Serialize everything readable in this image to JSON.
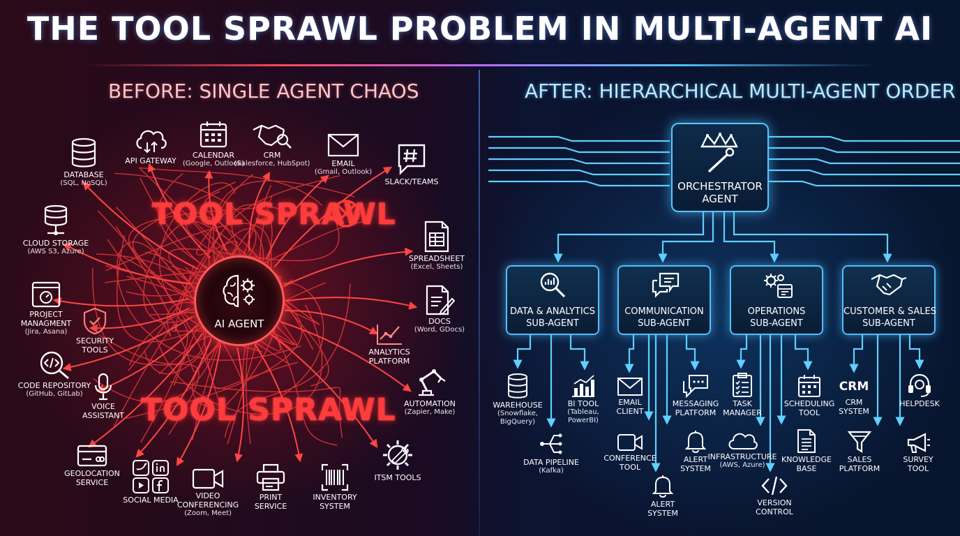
{
  "title": "THE TOOL SPRAWL PROBLEM IN MULTI-AGENT AI",
  "left": {
    "heading": "BEFORE: SINGLE AGENT CHAOS",
    "sprawl_label_top": "TOOL SPRAWL",
    "sprawl_label_bottom": "TOOL SPRAWL",
    "agent_label": "AI AGENT",
    "tools": {
      "database": {
        "name": "DATABASE",
        "detail": "(SQL, NoSQL)",
        "icon": "database-icon"
      },
      "api_gateway": {
        "name": "API GATEWAY",
        "detail": "",
        "icon": "cloud-sync-icon"
      },
      "calendar": {
        "name": "CALENDAR",
        "detail": "(Google, Outlook)",
        "icon": "calendar-icon"
      },
      "crm": {
        "name": "CRM",
        "detail": "(Salesforce, HubSpot)",
        "icon": "handshake-icon"
      },
      "email": {
        "name": "EMAIL",
        "detail": "(Gmail, Outlook)",
        "icon": "envelope-icon"
      },
      "slack": {
        "name": "SLACK/TEAMS",
        "detail": "",
        "icon": "chat-hash-icon"
      },
      "cloud_storage": {
        "name": "CLOUD STORAGE",
        "detail": "(AWS S3, Azure)",
        "icon": "server-icon"
      },
      "spreadsheet": {
        "name": "SPREADSHEET",
        "detail": "(Excel, Sheets)",
        "icon": "spreadsheet-icon"
      },
      "project": {
        "name": "PROJECT",
        "name2": "MANAGMENT",
        "detail": "(Jira, Asana)",
        "icon": "project-gauge-icon"
      },
      "security": {
        "name": "SECURITY",
        "name2": "TOOLS",
        "detail": "",
        "icon": "shield-check-icon"
      },
      "docs": {
        "name": "DOCS",
        "detail": "(Word, GDocs)",
        "icon": "document-edit-icon"
      },
      "analytics": {
        "name": "ANALYTICS",
        "name2": "PLATFORM",
        "detail": "",
        "icon": "analytics-chart-icon"
      },
      "code": {
        "name": "CODE REPOSITORY",
        "detail": "(GitHub, GitLab)",
        "icon": "code-search-icon"
      },
      "voice": {
        "name": "VOICE",
        "name2": "ASSISTANT",
        "detail": "",
        "icon": "microphone-icon"
      },
      "automation": {
        "name": "AUTOMATION",
        "detail": "(Zapier, Make)",
        "icon": "robot-arm-icon"
      },
      "geolocation": {
        "name": "GEOLOCATION",
        "name2": "SERVICE",
        "detail": "",
        "icon": "card-icon"
      },
      "social": {
        "name": "SOCIAL MEDIA",
        "detail": "",
        "icon": "social-icons"
      },
      "video": {
        "name": "VIDEO",
        "name2": "CONFERENCING",
        "detail": "(Zoom, Meet)",
        "icon": "video-camera-icon"
      },
      "print": {
        "name": "PRINT",
        "name2": "SERVICE",
        "detail": "",
        "icon": "printer-icon"
      },
      "inventory": {
        "name": "INVENTORY",
        "name2": "SYSTEM",
        "detail": "",
        "icon": "barcode-icon"
      },
      "itsm": {
        "name": "ITSM TOOLS",
        "detail": "",
        "icon": "gear-wrench-icon"
      }
    }
  },
  "right": {
    "heading": "AFTER: HIERARCHICAL MULTI-AGENT ORDER",
    "orchestrator": {
      "line1": "ORCHESTRATOR",
      "line2": "AGENT",
      "icon": "crown-baton-icon"
    },
    "subagents": [
      {
        "line1": "DATA & ANALYTICS",
        "line2": "SUB-AGENT",
        "icon": "magnifier-chart-icon"
      },
      {
        "line1": "COMMUNICATION",
        "line2": "SUB-AGENT",
        "icon": "chat-bubbles-icon"
      },
      {
        "line1": "OPERATIONS",
        "line2": "SUB-AGENT",
        "icon": "gears-calendar-icon"
      },
      {
        "line1": "CUSTOMER & SALES",
        "line2": "SUB-AGENT",
        "icon": "handshake-icon"
      }
    ],
    "tools": {
      "warehouse": {
        "name": "WAREHOUSE",
        "detail1": "(Snowflake,",
        "detail2": "BigQuery)",
        "icon": "database-icon"
      },
      "bi_tool": {
        "name": "BI TOOL",
        "detail1": "(Tableau,",
        "detail2": "PowerBI)",
        "icon": "bar-chart-icon"
      },
      "data_pipeline": {
        "name": "DATA PIPELINE",
        "detail1": "(Kafka)",
        "icon": "pipeline-icon"
      },
      "email_client": {
        "name": "EMAIL",
        "name2": "CLIENT",
        "icon": "envelope-icon"
      },
      "messaging": {
        "name": "MESSAGING",
        "name2": "PLATFORM",
        "icon": "chat-icon"
      },
      "conference": {
        "name": "CONFERENCE",
        "name2": "TOOL",
        "icon": "video-camera-icon"
      },
      "alert_a": {
        "name": "ALERT",
        "name2": "SYSTEM",
        "icon": "bell-icon"
      },
      "alert_b": {
        "name": "ALERT",
        "name2": "SYSTEM",
        "icon": "bell-icon"
      },
      "task_manager": {
        "name": "TASK",
        "name2": "MANAGER",
        "icon": "checklist-icon"
      },
      "scheduling": {
        "name": "SCHEDULING",
        "name2": "TOOL",
        "icon": "calendar-icon"
      },
      "infrastructure": {
        "name": "INFRASTRUCTURE",
        "detail1": "(AWS, Azure)",
        "icon": "cloud-icon"
      },
      "knowledge": {
        "name": "KNOWLEDGE",
        "name2": "BASE",
        "icon": "document-icon"
      },
      "version": {
        "name": "VERSION",
        "name2": "CONTROL",
        "icon": "code-brackets-icon"
      },
      "crm": {
        "badge": "CRM",
        "name": "CRM",
        "name2": "SYSTEM"
      },
      "helpdesk": {
        "name": "HELPDESK",
        "icon": "headset-icon"
      },
      "sales": {
        "name": "SALES",
        "name2": "PLATFORM",
        "icon": "funnel-icon"
      },
      "survey": {
        "name": "SURVEY",
        "name2": "TOOL",
        "icon": "megaphone-icon"
      }
    }
  },
  "colors": {
    "chaos_red": "#ff3b3b",
    "order_blue": "#4fc0ff",
    "background_left": "#2a0a1a",
    "background_right": "#0a1530"
  }
}
